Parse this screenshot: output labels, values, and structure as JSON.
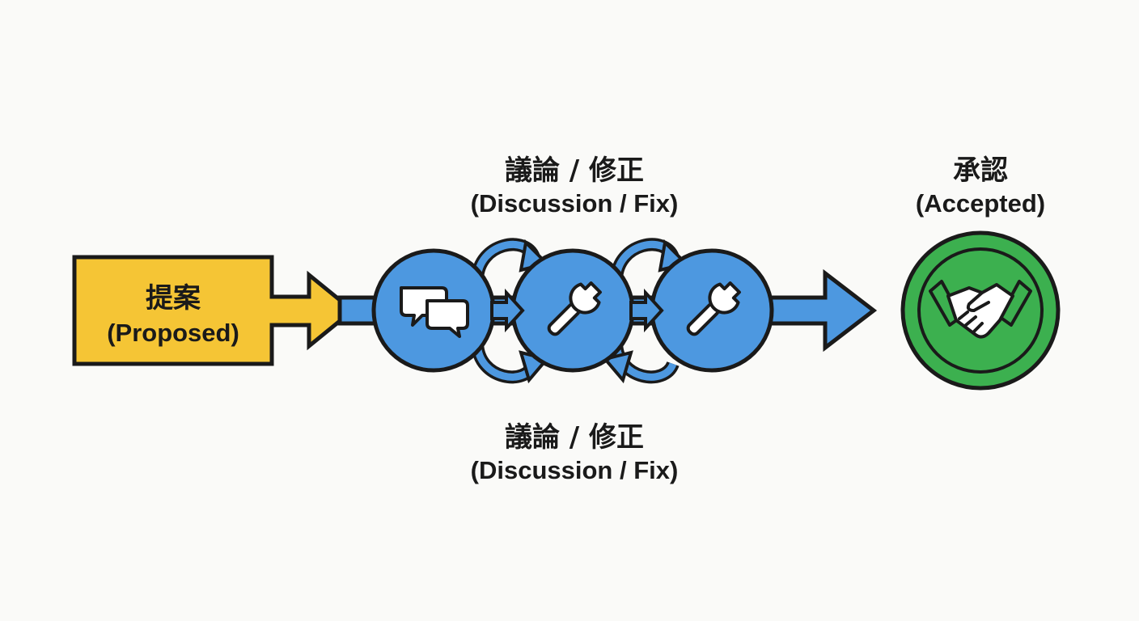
{
  "diagram": {
    "proposed": {
      "label_jp": "提案",
      "label_en": "(Proposed)",
      "color": "#f5c535"
    },
    "review_top": {
      "label_jp": "議論 / 修正",
      "label_en": "(Discussion / Fix)"
    },
    "review_bottom": {
      "label_jp": "議論 / 修正",
      "label_en": "(Discussion / Fix)"
    },
    "accepted": {
      "label_jp": "承認",
      "label_en": "(Accepted)",
      "color": "#3cb04f"
    },
    "flow_color": "#4d98e0",
    "outline_color": "#1a1a1a",
    "icons": [
      "chat-bubbles-icon",
      "wrench-icon",
      "wrench-icon",
      "handshake-icon"
    ]
  }
}
